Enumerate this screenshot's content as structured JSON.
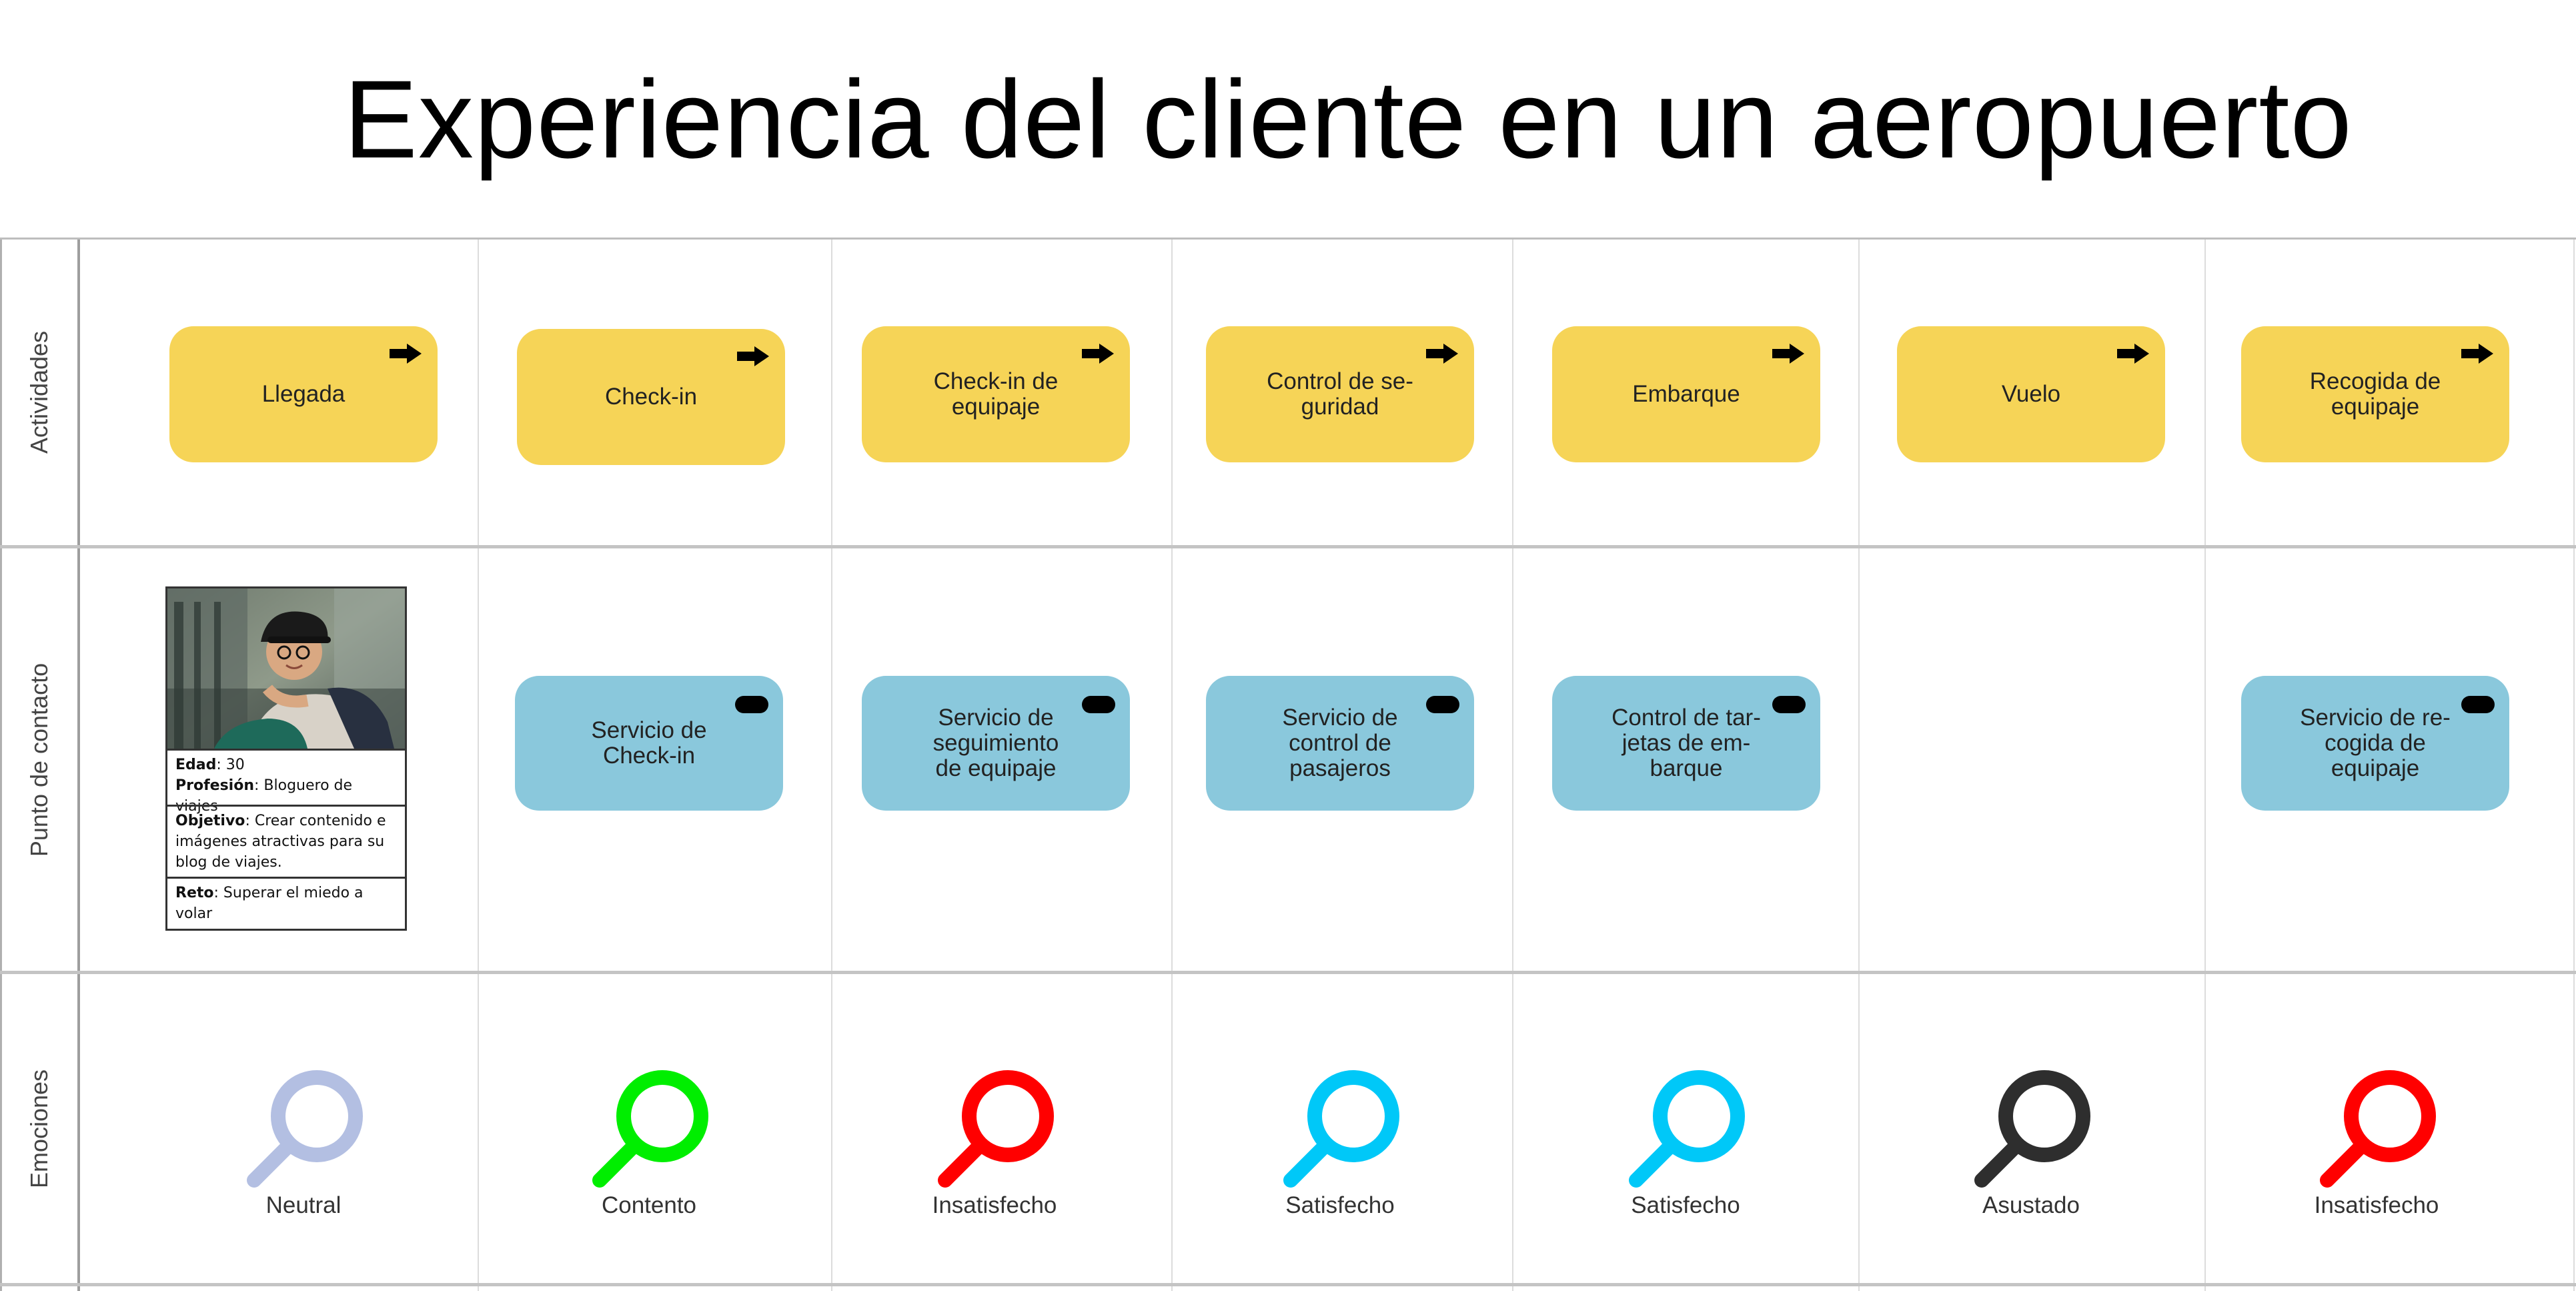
{
  "title": "Experiencia del cliente en un aeropuerto",
  "rows": {
    "activities": "Actividades",
    "touchpoints": "Punto de contacto",
    "emotions": "Emociones"
  },
  "activities": [
    {
      "label": "Llegada",
      "icon": "arrow-right-icon"
    },
    {
      "label": "Check-in",
      "icon": "arrow-right-icon"
    },
    {
      "label": "Check-in de\nequipaje",
      "icon": "arrow-right-icon"
    },
    {
      "label": "Control de se-\nguridad",
      "icon": "arrow-right-icon"
    },
    {
      "label": "Embarque",
      "icon": "arrow-right-icon"
    },
    {
      "label": "Vuelo",
      "icon": "arrow-right-icon"
    },
    {
      "label": "Recogida de\nequipaje",
      "icon": "arrow-right-icon"
    }
  ],
  "touchpoints": [
    {
      "label": "Servicio de\nCheck-in",
      "icon": "pill-icon"
    },
    {
      "label": "Servicio de\nseguimiento\nde equipaje",
      "icon": "pill-icon"
    },
    {
      "label": "Servicio de\ncontrol de\npasajeros",
      "icon": "pill-icon"
    },
    {
      "label": "Control de tar-\njetas de em-\nbarque",
      "icon": "pill-icon"
    },
    {
      "label": "Servicio de re-\ncogida de\nequipaje",
      "icon": "pill-icon"
    }
  ],
  "persona": {
    "edad_label": "Edad",
    "edad": "30",
    "profesion_label": "Profesión",
    "profesion": "Bloguero de viajes",
    "objetivo_label": "Objetivo",
    "objetivo": "Crear contenido e imágenes atractivas para su blog de viajes.",
    "reto_label": "Reto",
    "reto": "Superar el miedo a volar"
  },
  "emotions": [
    {
      "label": "Neutral",
      "color": "#b3bfe2",
      "icon": "magnifier-icon"
    },
    {
      "label": "Contento",
      "color": "#00ee00",
      "icon": "magnifier-icon"
    },
    {
      "label": "Insatisfecho",
      "color": "#ff0000",
      "icon": "magnifier-icon"
    },
    {
      "label": "Satisfecho",
      "color": "#00c8f8",
      "icon": "magnifier-icon"
    },
    {
      "label": "Satisfecho",
      "color": "#00c8f8",
      "icon": "magnifier-icon"
    },
    {
      "label": "Asustado",
      "color": "#2e2e2e",
      "icon": "magnifier-icon"
    },
    {
      "label": "Insatisfecho",
      "color": "#ff0000",
      "icon": "magnifier-icon"
    }
  ],
  "colors": {
    "activity": "#f6d457",
    "touchpoint": "#8ac8dc"
  }
}
